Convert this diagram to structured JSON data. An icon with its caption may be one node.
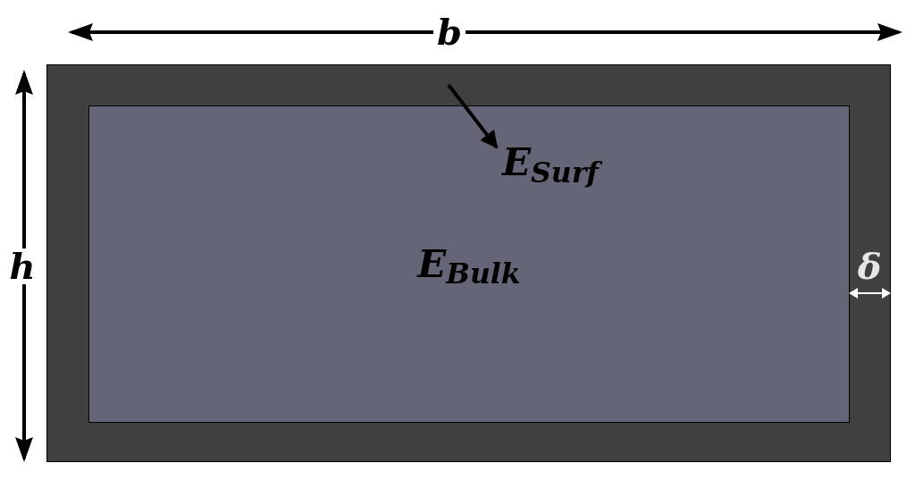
{
  "diagram": {
    "nodes": [
      {
        "text": [],
        "shape": "box"
      },
      {
        "text": [
          "E$_{Bulk}$"
        ],
        "in": 0
      },
      {
        "text": [
          "E$_{Surf}$"
        ],
        "in": 1
      }
    ],
    "edges": [
      {
        "from": 0,
        "to": 2,
        "arrow": "to"
      }
    ],
    "labels": [
      "b",
      "h",
      "δ"
    ]
  }
}
